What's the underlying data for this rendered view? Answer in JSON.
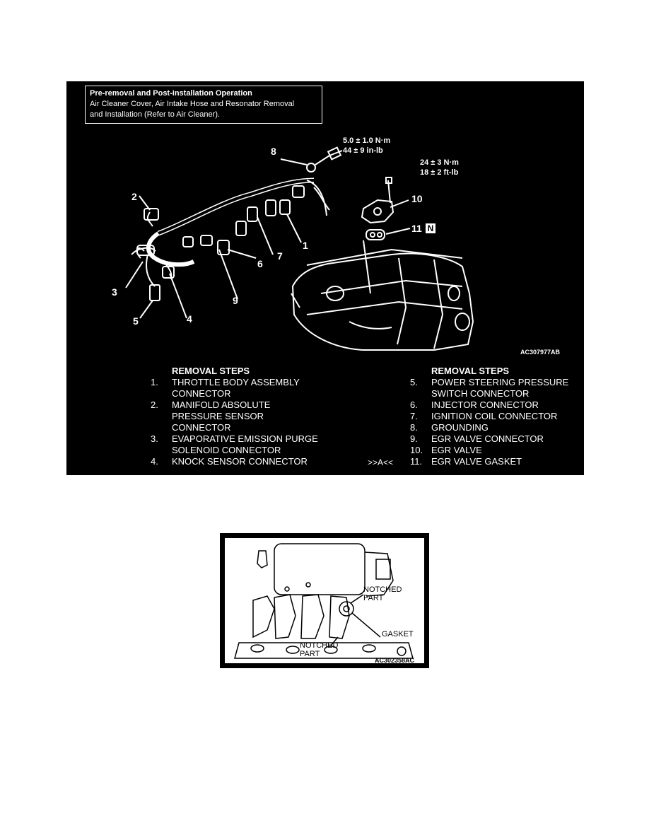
{
  "figure1": {
    "note": {
      "title": "Pre-removal and Post-installation Operation",
      "line1": "Air Cleaner Cover, Air Intake Hose and Resonator Removal",
      "line2": "and Installation (Refer to Air Cleaner)."
    },
    "torque_bolt": {
      "nm": "5.0 ± 1.0 N·m",
      "imperial": "44 ± 9 in-lb"
    },
    "torque_valve": {
      "nm": "24 ± 3 N·m",
      "imperial": "18 ± 2 ft-lb"
    },
    "callouts": [
      "1",
      "2",
      "3",
      "4",
      "5",
      "6",
      "7",
      "8",
      "9",
      "10",
      "11"
    ],
    "new_part_badge": "N",
    "figure_code": "AC307977AB",
    "left_steps": {
      "header": "REMOVAL STEPS",
      "items": [
        {
          "num": "1.",
          "text": "THROTTLE BODY ASSEMBLY CONNECTOR"
        },
        {
          "num": "2.",
          "text": "MANIFOLD ABSOLUTE PRESSURE SENSOR CONNECTOR"
        },
        {
          "num": "3.",
          "text": "EVAPORATIVE EMISSION PURGE SOLENOID CONNECTOR"
        },
        {
          "num": "4.",
          "text": "KNOCK SENSOR CONNECTOR"
        }
      ]
    },
    "right_steps": {
      "header": "REMOVAL STEPS",
      "items": [
        {
          "num": "5.",
          "text": "POWER STEERING PRESSURE SWITCH CONNECTOR"
        },
        {
          "num": "6.",
          "text": "INJECTOR CONNECTOR"
        },
        {
          "num": "7.",
          "text": "IGNITION COIL CONNECTOR"
        },
        {
          "num": "8.",
          "text": "GROUNDING"
        },
        {
          "num": "9.",
          "text": "EGR VALVE CONNECTOR"
        },
        {
          "num": "10.",
          "text": "EGR VALVE"
        },
        {
          "num": "11.",
          "text": "EGR VALVE GASKET"
        }
      ],
      "marker": ">>A<<"
    }
  },
  "figure2": {
    "label_notched_top": "NOTCHED PART",
    "label_gasket": "GASKET",
    "label_notched_bottom": "NOTCHED PART",
    "figure_code": "AC302358AC"
  }
}
